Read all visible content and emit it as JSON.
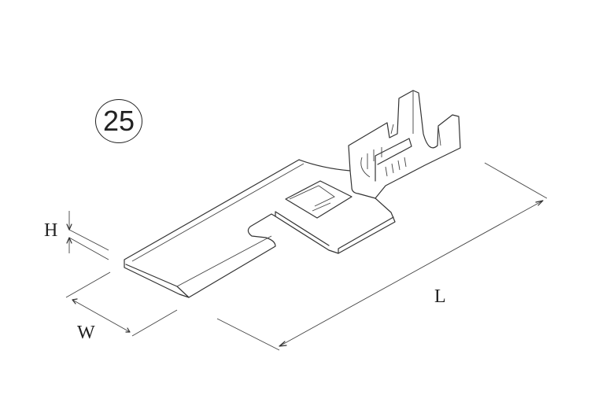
{
  "item_number": "25",
  "dimensions": {
    "height": "H",
    "width": "W",
    "length": "L"
  }
}
